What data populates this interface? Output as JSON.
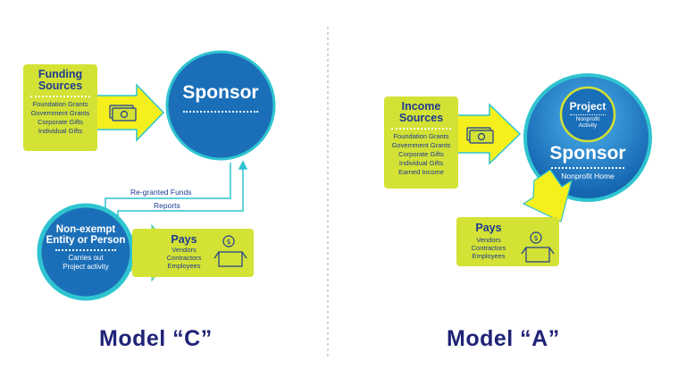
{
  "model_c": {
    "funding": {
      "title": "Funding Sources",
      "items": [
        "Foundation Grants",
        "Government Grants",
        "Corporate Gifts",
        "Individual Gifts"
      ]
    },
    "sponsor": "Sponsor",
    "regranted": "Re-granted Funds",
    "reports": "Reports",
    "entity": {
      "title": "Non-exempt Entity or Person",
      "subtitle": "Carries out Project activity"
    },
    "pays": {
      "title": "Pays",
      "items": [
        "Vendors",
        "Contractors",
        "Employees"
      ]
    },
    "label": "Model “C”"
  },
  "model_a": {
    "income": {
      "title": "Income Sources",
      "items": [
        "Foundation Grants",
        "Government Grants",
        "Corporate Gifts",
        "Individual Gifts",
        "Earned Income"
      ]
    },
    "project": {
      "title": "Project",
      "subtitle": "Nonprofit Activity"
    },
    "sponsor": "Sponsor",
    "sponsor_sub": "Nonprofit Home",
    "pays": {
      "title": "Pays",
      "items": [
        "Vendors",
        "Contractors",
        "Employees"
      ]
    },
    "label": "Model “A”"
  },
  "colors": {
    "lime": "#d3e234",
    "yellow": "#f5f01d",
    "navy": "#1f2377",
    "blue": "#1b6fb8",
    "teal": "#2ec4d0"
  }
}
